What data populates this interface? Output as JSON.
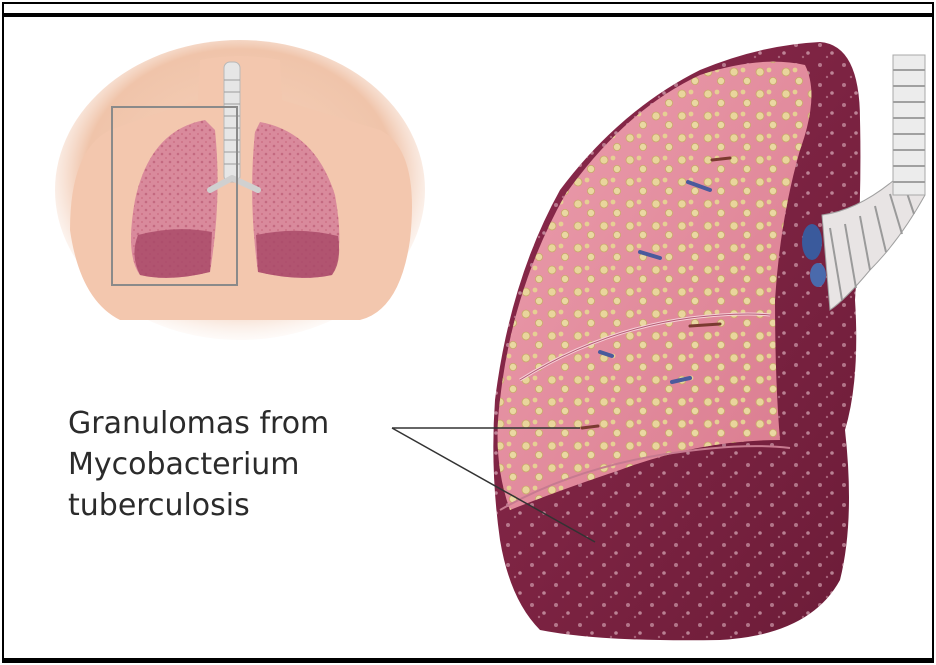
{
  "caption": {
    "lines": [
      "Granulomas from",
      "Mycobacterium",
      "tuberculosis"
    ]
  },
  "colors": {
    "frame": "#000000",
    "lung_pink": "#e48a9a",
    "lung_dark": "#7a2040",
    "granuloma": "#e8d49a",
    "skin": "#f2c9b0"
  }
}
